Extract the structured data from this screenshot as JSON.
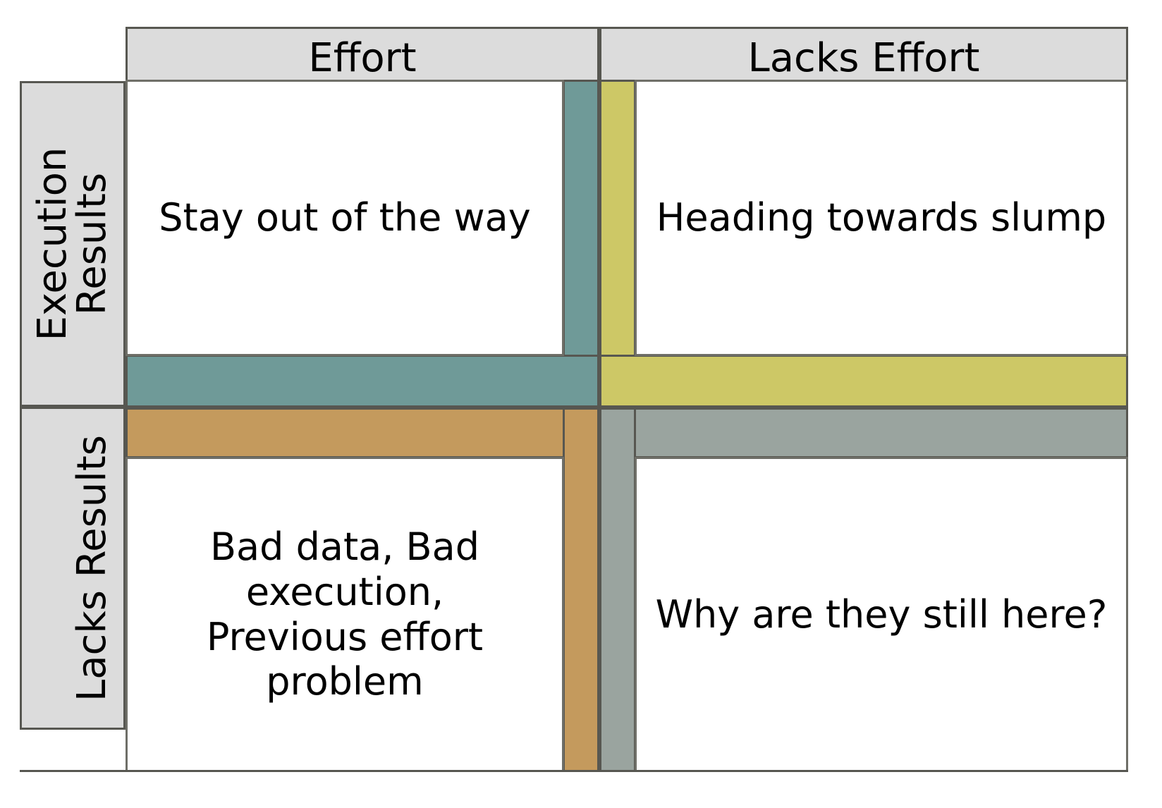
{
  "matrix": {
    "column_headers": [
      {
        "id": "effort",
        "label": "Effort"
      },
      {
        "id": "lacks-effort",
        "label": "Lacks Effort"
      }
    ],
    "row_headers": [
      {
        "id": "execution-results",
        "label": "Execution\nResults"
      },
      {
        "id": "lacks-results",
        "label": "Lacks Results"
      }
    ],
    "quadrants": [
      {
        "id": "effort-execution-results",
        "row": "Execution Results",
        "column": "Effort",
        "label": "Stay out of the way",
        "accent_color": "#6f9a98",
        "accent_name": "teal"
      },
      {
        "id": "lacks-effort-execution-results",
        "row": "Execution Results",
        "column": "Lacks Effort",
        "label": "Heading towards slump",
        "accent_color": "#cdc866",
        "accent_name": "yellow"
      },
      {
        "id": "effort-lacks-results",
        "row": "Lacks Results",
        "column": "Effort",
        "label": "Bad data, Bad execution,\nPrevious effort problem",
        "accent_color": "#c49a5d",
        "accent_name": "tan"
      },
      {
        "id": "lacks-effort-lacks-results",
        "row": "Lacks Results",
        "column": "Lacks Effort",
        "label": "Why are they still here?",
        "accent_color": "#9aa49f",
        "accent_name": "gray"
      }
    ],
    "colors": {
      "header_fill": "#dcdcdc",
      "border": "#575751",
      "quadrant_fill": "#ffffff",
      "text": "#000000",
      "accent_teal": "#6f9a98",
      "accent_yellow": "#cdc866",
      "accent_tan": "#c49a5d",
      "accent_gray": "#9aa49f"
    }
  }
}
